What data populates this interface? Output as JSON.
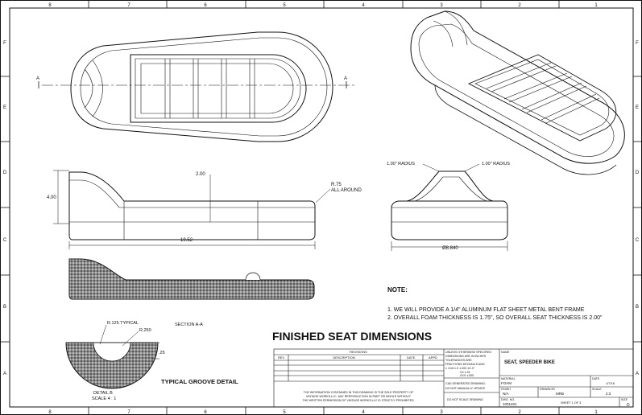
{
  "border": {
    "columns": [
      "8",
      "7",
      "6",
      "5",
      "4",
      "3",
      "2",
      "1"
    ],
    "rows": [
      "F",
      "E",
      "D",
      "C",
      "B",
      "A"
    ]
  },
  "top_view": {
    "section_letter": "A"
  },
  "side_view": {
    "height": "4.00",
    "top_height": "2.00",
    "length": "19.52",
    "radius_note_1": "R.75",
    "radius_note_2": "ALL AROUND"
  },
  "end_view": {
    "left_radius": "1.00\" RADIUS",
    "right_radius": "1.00\" RADIUS",
    "width": "Ø8.840"
  },
  "detail": {
    "r1": "R.125 TYPICAL",
    "r2": "R.250",
    "depth": ".25",
    "name": "DETAIL B",
    "scale": "SCALE 4 : 1"
  },
  "labels": {
    "section": "SECTION A-A",
    "groove": "TYPICAL GROOVE DETAIL",
    "title": "FINISHED SEAT DIMENSIONS"
  },
  "notes": {
    "heading": "NOTE:",
    "items": [
      "1. WE WILL PROVIDE A 1/4\" ALUMINUM FLAT SHEET METAL BENT FRAME",
      "2. OVERALL FOAM THICKNESS IS 1.75\", SO OVERALL SEAT THICKNESS IS 2.00\""
    ]
  },
  "title_block": {
    "revisions": "REVISIONS",
    "rev": "REV",
    "description": "DESCRIPTION",
    "date": "DATE",
    "appd": "APPD",
    "prop_1": "THE INFORMATION CONTAINED IN THIS DRAWING IS THE SOLE PROPERTY OF",
    "prop_2": "VINTAGE WORKS,LLC. ANY REPRODUCTION IN PART OR WHOLE WITHOUT",
    "prop_3": "THE WRITTEN PERMISSION OF VINTAGE WORKS,LLC IS STRICTLY PROHIBITED.",
    "tol_1": "UNLESS OTHERWISE SPECIFIED",
    "tol_2": "DIMENSIONS ARE IN INCHES",
    "tol_3": "TOLERANCES ARE:",
    "tol_4": "FRACTIONS  DECIMALS  ANG",
    "tol_5": "± 1/16   ±.X  ±.000   ±X.X°",
    "tol_6": ".XX ±.01",
    "tol_7": ".XXX ±.005",
    "cad_1": "CAD GENERATED DRAWING,",
    "cad_2": "DO NOT MANUALLY UPDATE",
    "noscale": "DO NOT SCALE DRAWING",
    "name_label": "NAME",
    "name": "SEAT, SPEEDER BIKE",
    "material_label": "MATERIAL",
    "material": "FOAM",
    "date_label": "DATE",
    "date_value": "1/7/16",
    "finish_label": "FINISH",
    "finish": "N/A",
    "drawn_label": "DRAWN BY",
    "drawn": "MRB",
    "scale_label": "SCALE",
    "scale": "2:3",
    "dwg_label": "DWG. NO.",
    "dwg": "1001401",
    "sheet": "SHEET  1  OF  3",
    "size_label": "SIZE",
    "size": "D"
  }
}
